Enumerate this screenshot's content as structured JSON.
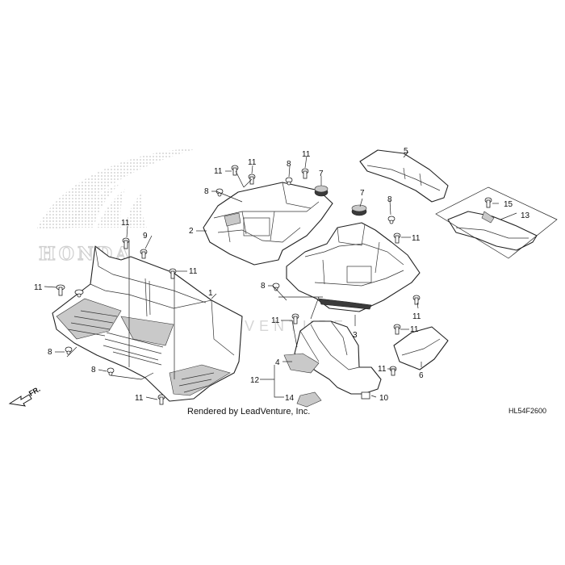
{
  "watermark": {
    "logo_text": "HONDA",
    "brand_text": "LEADVENTURE"
  },
  "credit": "Rendered by LeadVenture, Inc.",
  "diagram_code": "HL54F2600",
  "direction_label": "FR.",
  "callouts": {
    "floor_panel": "1",
    "front_undercover": "2",
    "center_undercover": "3",
    "rubber_pad_4": "4",
    "rear_cover": "5",
    "side_cover": "6",
    "grommet_upper": "7",
    "grommet_center": "7",
    "clip_8_floor_left": "8",
    "clip_8_floor_center": "8",
    "clip_8_front_left": "8",
    "clip_8_front_mid": "8",
    "clip_8_center_right": "8",
    "clip_8_center_left": "8",
    "screw_9": "9",
    "clip_10": "10",
    "bolt_11_top_a": "11",
    "bolt_11_top_b": "11",
    "bolt_11_top_c": "11",
    "bolt_11_left_a": "11",
    "bolt_11_left_b": "11",
    "bolt_11_floor_right": "11",
    "bolt_11_center_right": "11",
    "bolt_11_lower_center": "11",
    "bolt_11_side_cover": "11",
    "bolt_11_bracket_right": "11",
    "bolt_11_floor_bottom": "11",
    "bolt_11_center_small": "11",
    "assembly_12": "12",
    "plate_13": "13",
    "rubber_14": "14",
    "screw_15": "15"
  }
}
